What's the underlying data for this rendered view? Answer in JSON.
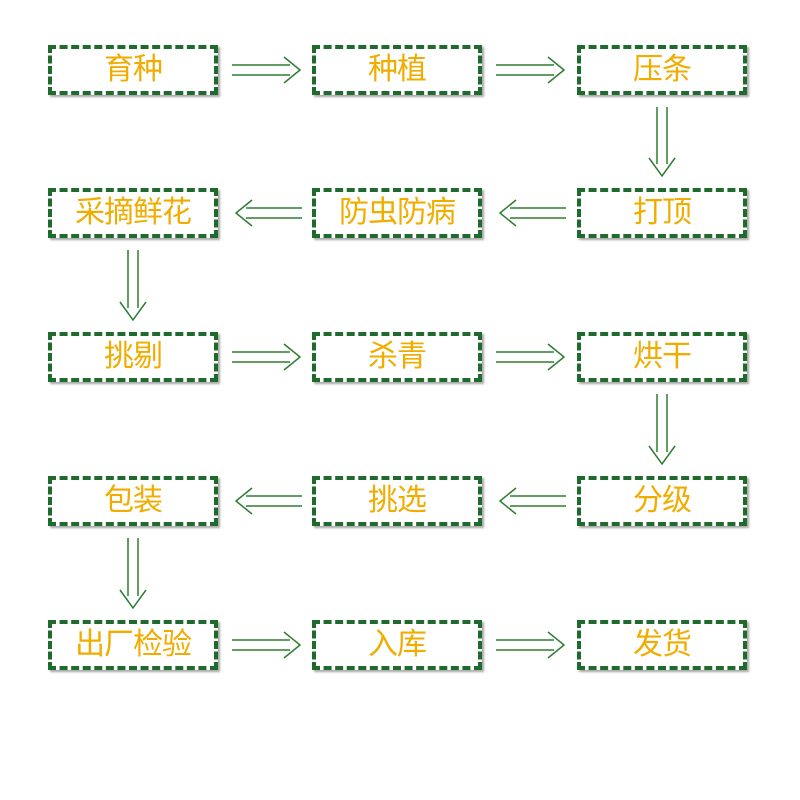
{
  "colors": {
    "border": "#1f6b2e",
    "text": "#f0ad00",
    "arrow": "#2e7d32",
    "background": "#ffffff"
  },
  "steps": [
    {
      "id": "s1",
      "label": "育种"
    },
    {
      "id": "s2",
      "label": "种植"
    },
    {
      "id": "s3",
      "label": "压条"
    },
    {
      "id": "s4",
      "label": "打顶"
    },
    {
      "id": "s5",
      "label": "防虫防病"
    },
    {
      "id": "s6",
      "label": "采摘鲜花"
    },
    {
      "id": "s7",
      "label": "挑剔"
    },
    {
      "id": "s8",
      "label": "杀青"
    },
    {
      "id": "s9",
      "label": "烘干"
    },
    {
      "id": "s10",
      "label": "分级"
    },
    {
      "id": "s11",
      "label": "挑选"
    },
    {
      "id": "s12",
      "label": "包装"
    },
    {
      "id": "s13",
      "label": "出厂检验"
    },
    {
      "id": "s14",
      "label": "入库"
    },
    {
      "id": "s15",
      "label": "发货"
    }
  ],
  "arrows": [
    {
      "from": "s1",
      "to": "s2",
      "direction": "right"
    },
    {
      "from": "s2",
      "to": "s3",
      "direction": "right"
    },
    {
      "from": "s3",
      "to": "s4",
      "direction": "down"
    },
    {
      "from": "s4",
      "to": "s5",
      "direction": "left"
    },
    {
      "from": "s5",
      "to": "s6",
      "direction": "left"
    },
    {
      "from": "s6",
      "to": "s7",
      "direction": "down"
    },
    {
      "from": "s7",
      "to": "s8",
      "direction": "right"
    },
    {
      "from": "s8",
      "to": "s9",
      "direction": "right"
    },
    {
      "from": "s9",
      "to": "s10",
      "direction": "down"
    },
    {
      "from": "s10",
      "to": "s11",
      "direction": "left"
    },
    {
      "from": "s11",
      "to": "s12",
      "direction": "left"
    },
    {
      "from": "s12",
      "to": "s13",
      "direction": "down"
    },
    {
      "from": "s13",
      "to": "s14",
      "direction": "right"
    },
    {
      "from": "s14",
      "to": "s15",
      "direction": "right"
    }
  ]
}
